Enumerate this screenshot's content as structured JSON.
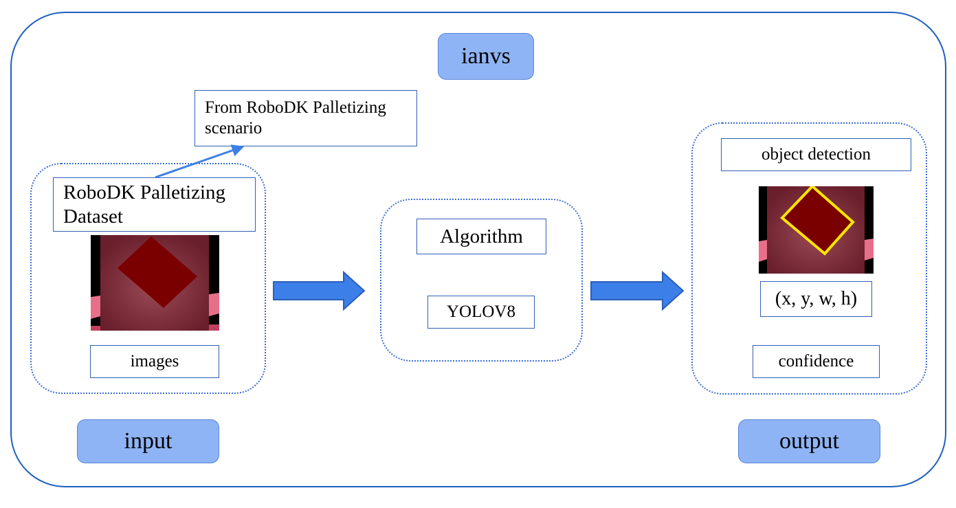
{
  "diagram": {
    "top_label": "ianvs",
    "input_label": "input",
    "output_label": "output",
    "source_note": "From RoboDK Palletizing scenario",
    "dataset_label": "RoboDK Palletizing Dataset",
    "images_label": "images",
    "algorithm_label": "Algorithm",
    "model_label": "YOLOV8",
    "object_detection_label": "object detection",
    "bbox_label": "(x, y, w, h)",
    "confidence_label": "confidence"
  },
  "colors": {
    "frame": "#1f5fbf",
    "pill_fill": "#8fb4f5",
    "arrow_fill": "#3d7fe8",
    "box_fill": "#8b0000",
    "detection_outline": "#ffe600"
  },
  "icons": [
    "arrow-right-icon",
    "connector-arrow-icon"
  ]
}
